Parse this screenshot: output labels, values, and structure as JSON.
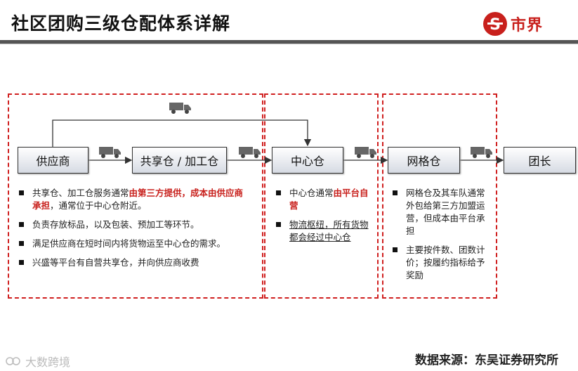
{
  "title": "社区团购三级仓配体系详解",
  "brand": {
    "name": "市界",
    "color": "#c8201c"
  },
  "nodes": {
    "supplier": "供应商",
    "shared": "共享仓 / 加工仓",
    "central": "中心仓",
    "grid": "网格仓",
    "leader": "团长"
  },
  "col1": {
    "b1_pre": "共享仓、加工仓服务通常",
    "b1_red": "由第三方提供，成本由供应商承担",
    "b1_post": "，通常位于中心仓附近。",
    "b2": "负责存放标品，以及包装、预加工等环节。",
    "b3": "满足供应商在短时间内将货物运至中心仓的需求。",
    "b4": "兴盛等平台有自营共享仓，并向供应商收费"
  },
  "col2": {
    "b1_pre": "中心仓通常",
    "b1_red": "由平台自营",
    "b2": "物流枢纽，所有货物都会经过中心仓"
  },
  "col3": {
    "b1": "网格仓及其车队通常外包给第三方加盟运营，但成本由平台承担",
    "b2": "主要按件数、团数计价；按履约指标给予奖励"
  },
  "watermark": "大数跨境",
  "source": "数据来源：东吴证券研究所"
}
